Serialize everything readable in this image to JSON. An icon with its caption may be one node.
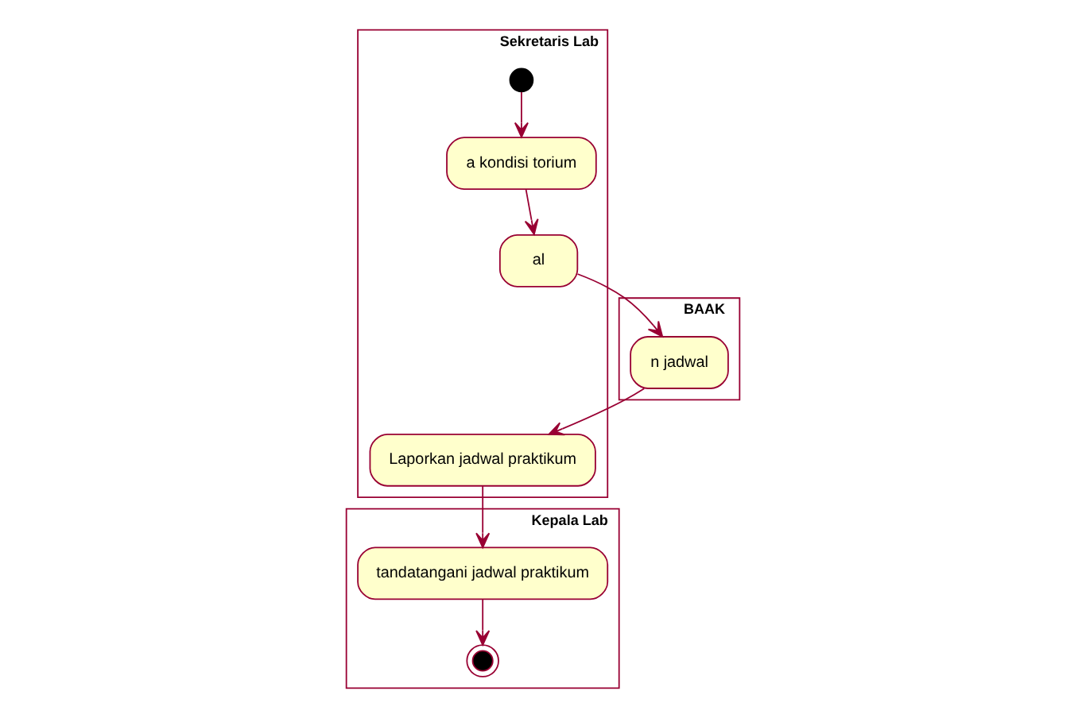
{
  "diagram": {
    "nodes": [
      {
        "text": [
          "Sekretaris Lab"
        ]
      },
      {
        "text": [
          "BAAK"
        ]
      },
      {
        "text": [
          "Kepala Lab"
        ]
      },
      {
        "text": [],
        "shape": "circle",
        "in": 0
      },
      {
        "text": [
          "a kondisi torium"
        ],
        "in": 0
      },
      {
        "text": [
          "al"
        ],
        "in": 0
      },
      {
        "text": [
          "n jadwal"
        ],
        "in": 1
      },
      {
        "text": [
          "Laporkan jadwal praktikum"
        ],
        "in": 0
      },
      {
        "text": [
          "tandatangani jadwal praktikum"
        ],
        "in": 2
      },
      {
        "text": [],
        "shape": "circle",
        "in": 2
      }
    ],
    "edges": [
      {
        "from": 3,
        "to": 4,
        "arrow": "to"
      },
      {
        "from": 4,
        "to": 5,
        "arrow": "to"
      },
      {
        "from": 5,
        "to": 6,
        "arrow": "to"
      },
      {
        "from": 6,
        "to": 7,
        "arrow": "to"
      },
      {
        "from": 7,
        "to": 8,
        "arrow": "to"
      },
      {
        "from": 8,
        "to": 9,
        "arrow": "to"
      }
    ]
  }
}
